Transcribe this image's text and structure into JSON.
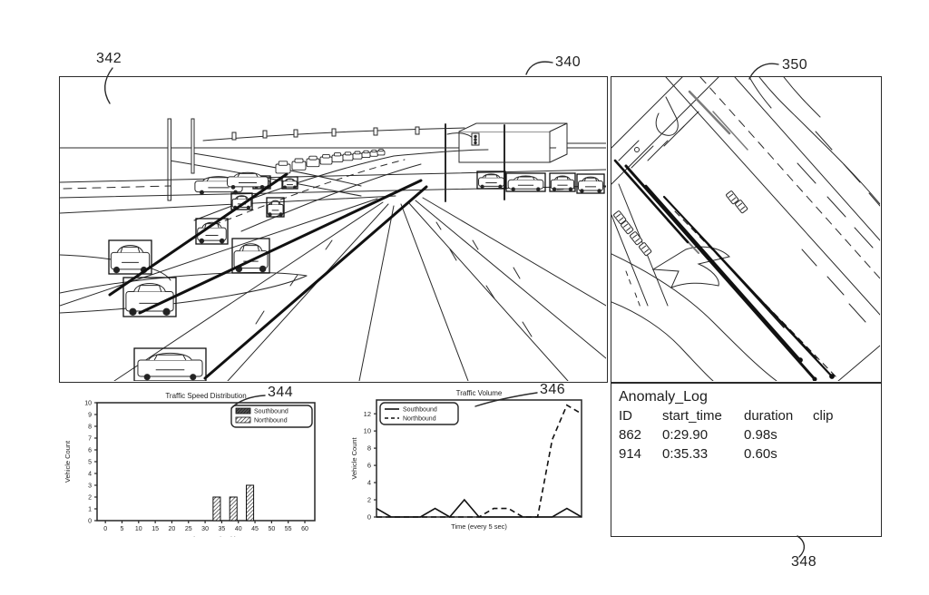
{
  "labels": {
    "l342": "342",
    "l340": "340",
    "l350": "350",
    "l344": "344",
    "l346": "346",
    "l348": "348"
  },
  "anomaly_log": {
    "title": "Anomaly_Log",
    "columns": [
      "ID",
      "start_time",
      "duration",
      "clip"
    ],
    "rows": [
      {
        "id": "862",
        "start_time": "0:29.90",
        "duration": "0.98s",
        "clip": ""
      },
      {
        "id": "914",
        "start_time": "0:35.33",
        "duration": "0.60s",
        "clip": ""
      }
    ]
  },
  "chart_data": [
    {
      "type": "bar",
      "title": "Traffic Speed Distribution",
      "xlabel": "Speed Range (mph)",
      "ylabel": "Vehicle Count",
      "xlim": [
        -2.5,
        63
      ],
      "ylim": [
        0,
        10
      ],
      "xticks": [
        0,
        5,
        10,
        15,
        20,
        25,
        30,
        35,
        40,
        45,
        50,
        55,
        60
      ],
      "yticks": [
        0,
        1,
        2,
        3,
        4,
        5,
        6,
        7,
        8,
        9,
        10
      ],
      "legend_position": "upper right",
      "bar_width": 2.2,
      "series": [
        {
          "name": "Southbound",
          "hatch": "dense",
          "bars": []
        },
        {
          "name": "Northbound",
          "hatch": "diagonal",
          "bars": [
            {
              "speed": 33.5,
              "count": 2
            },
            {
              "speed": 38.5,
              "count": 2
            },
            {
              "speed": 43.5,
              "count": 3
            }
          ]
        }
      ]
    },
    {
      "type": "line",
      "title": "Traffic Volume",
      "xlabel": "Time (every 5 sec)",
      "ylabel": "Vehicle Count",
      "xlim": [
        0,
        14
      ],
      "ylim": [
        0,
        13.6
      ],
      "yticks": [
        0,
        2,
        4,
        6,
        8,
        10,
        12
      ],
      "legend_position": "upper left",
      "series": [
        {
          "name": "Southbound",
          "style": "solid",
          "values": [
            1,
            0,
            0,
            0,
            1,
            0,
            2,
            0,
            0,
            0,
            0,
            0,
            0,
            1,
            0
          ]
        },
        {
          "name": "Northbound",
          "style": "dashed",
          "values": [
            0,
            0,
            0,
            0,
            0,
            0,
            0,
            0,
            1,
            1,
            0,
            0,
            9,
            13,
            12
          ]
        }
      ]
    }
  ],
  "colors": {
    "ink": "#262626",
    "background": "#ffffff"
  }
}
